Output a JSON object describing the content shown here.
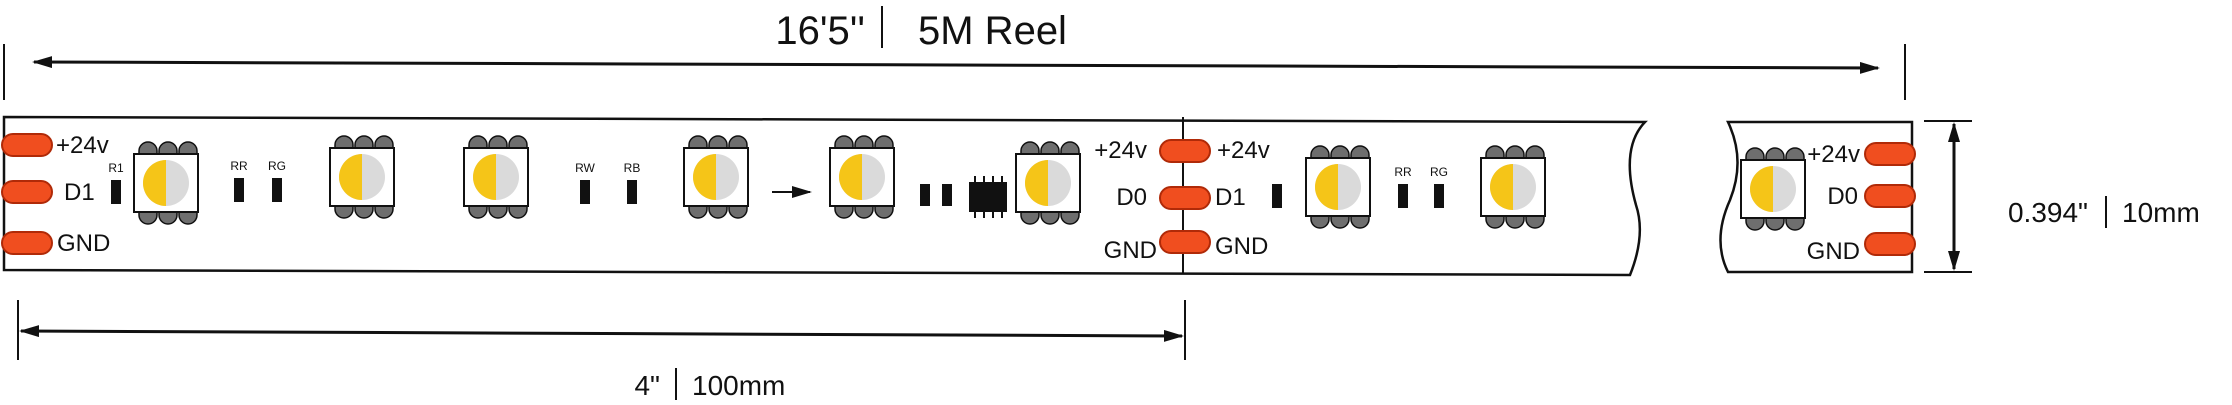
{
  "dimensions": {
    "total_length": {
      "imperial": "16'5''",
      "metric": "5M Reel"
    },
    "width": {
      "imperial": "0.394\"",
      "metric": "10mm"
    },
    "cut_unit": {
      "imperial": "4\"",
      "metric": "100mm"
    }
  },
  "pads": {
    "left_end": [
      "+24v",
      "D1",
      "GND"
    ],
    "cut_left": [
      "+24v",
      "D0",
      "GND"
    ],
    "cut_right": [
      "+24v",
      "D1",
      "GND"
    ],
    "reel_end": [
      "+24v",
      "D0",
      "GND"
    ]
  },
  "resistors": {
    "r1": "R1",
    "rr": "RR",
    "rg": "RG",
    "rw": "RW",
    "rb": "RB"
  },
  "colors": {
    "pad": "#f04e1f",
    "pad_stroke": "#b02a08",
    "led_warm": "#f5c518",
    "led_body": "#dadada",
    "pin": "#6e6e6e",
    "ink": "#111111"
  }
}
